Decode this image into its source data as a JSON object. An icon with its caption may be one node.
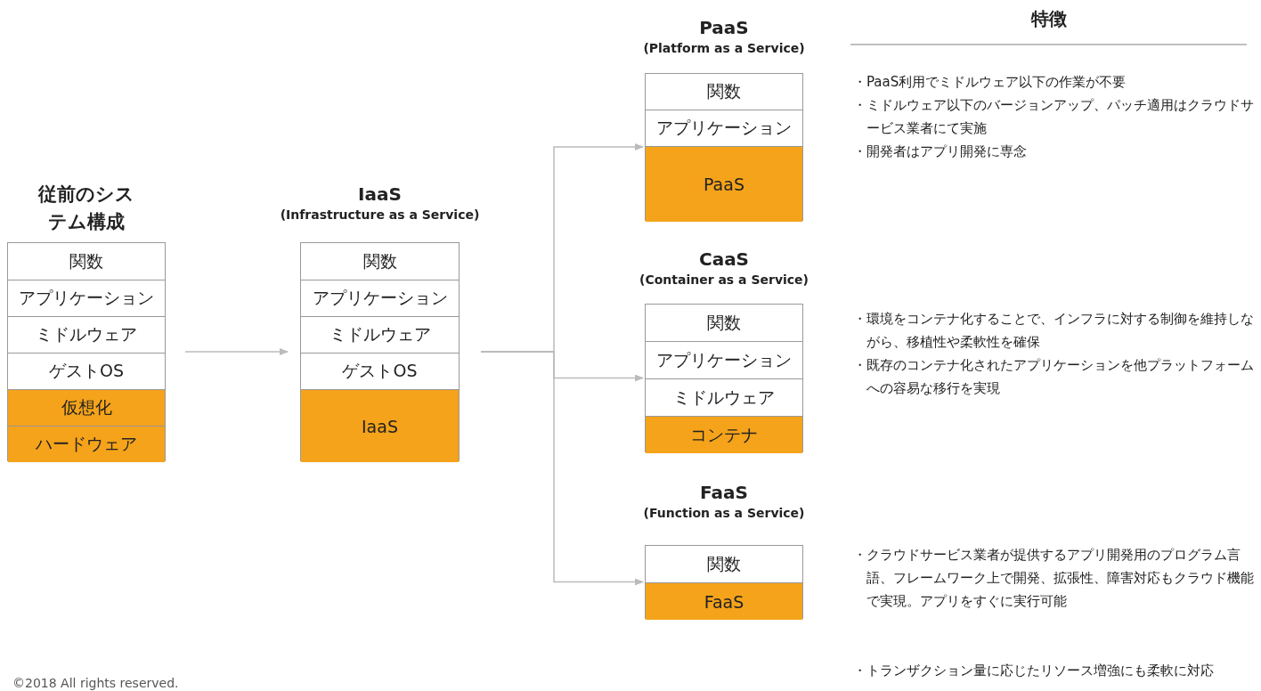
{
  "diagram": {
    "nodes": [
      {
        "text": [
          "従前のシステム構成"
        ]
      },
      {
        "text": [
          "関数"
        ],
        "in": 0
      },
      {
        "text": [
          "アプリケーション"
        ],
        "in": 0
      },
      {
        "text": [
          "ミドルウェア"
        ],
        "in": 0
      },
      {
        "text": [
          "ゲストOS"
        ],
        "in": 0
      },
      {
        "text": [
          "仮想化"
        ],
        "in": 0
      },
      {
        "text": [
          "ハードウェア"
        ],
        "in": 0
      },
      {
        "text": [
          "IaaS",
          "(Infrastructure as a Service)"
        ]
      },
      {
        "text": [
          "関数"
        ],
        "in": 7
      },
      {
        "text": [
          "アプリケーション"
        ],
        "in": 7
      },
      {
        "text": [
          "ミドルウェア"
        ],
        "in": 7
      },
      {
        "text": [
          "ゲストOS"
        ],
        "in": 7
      },
      {
        "text": [
          "IaaS"
        ],
        "in": 7
      },
      {
        "text": [
          "PaaS",
          "(Platform as a Service)"
        ]
      },
      {
        "text": [
          "関数"
        ],
        "in": 13
      },
      {
        "text": [
          "アプリケーション"
        ],
        "in": 13
      },
      {
        "text": [
          "PaaS"
        ],
        "in": 13
      },
      {
        "text": [
          "CaaS",
          "(Container as a Service)"
        ]
      },
      {
        "text": [
          "関数"
        ],
        "in": 17
      },
      {
        "text": [
          "アプリケーション"
        ],
        "in": 17
      },
      {
        "text": [
          "ミドルウェア"
        ],
        "in": 17
      },
      {
        "text": [
          "コンテナ"
        ],
        "in": 17
      },
      {
        "text": [
          "FaaS",
          "(Function as a Service)"
        ]
      },
      {
        "text": [
          "関数"
        ],
        "in": 22
      },
      {
        "text": [
          "FaaS"
        ],
        "in": 22
      }
    ],
    "edges": [
      {
        "from": 0,
        "to": 7,
        "arrow": "to"
      },
      {
        "from": 7,
        "to": 13,
        "arrow": "to"
      },
      {
        "from": 7,
        "to": 17,
        "arrow": "to"
      },
      {
        "from": 7,
        "to": 22,
        "arrow": "to"
      }
    ],
    "labels": [
      "特徴",
      "・PaaS利用でミドルウェア以下の作業が不要",
      "・ミドルウェア以下のバージョンアップ、パッチ適用はクラウドサービス業者にて実施",
      "・開発者はアプリ開発に専念",
      "・環境をコンテナ化することで、インフラに対する制御を維持しながら、移植性や柔軟性を確保",
      "・既存のコンテナ化されたアプリケーションを他プラットフォームへの容易な移行を実現",
      "・クラウドサービス業者が提供するアプリ開発用のプログラム言語、フレームワーク上で開発、拡張性、障害対応もクラウド機能で実現。アプリをすぐに実行可能",
      "・トランザクション量に応じたリソース増強にも柔軟に対応",
      "©2018 All rights reserved."
    ]
  }
}
